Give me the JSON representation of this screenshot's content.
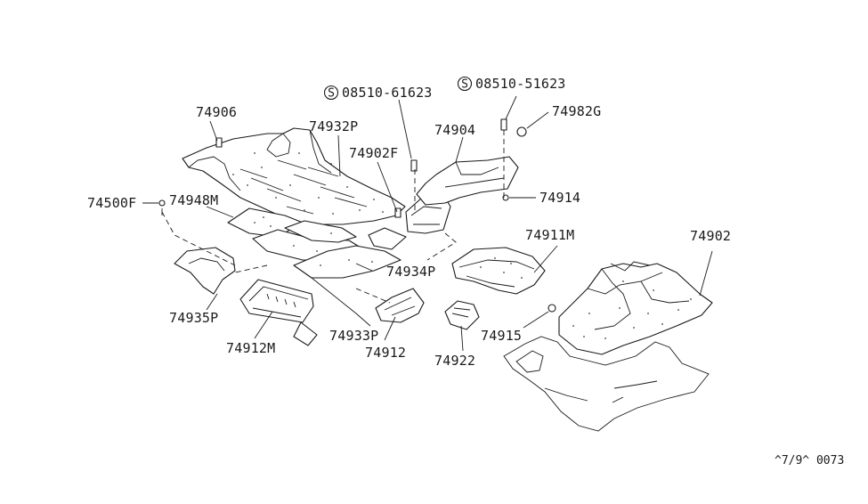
{
  "diagram": {
    "part_numbers": {
      "p74906": "74906",
      "p74932P": "74932P",
      "p74902F": "74902F",
      "p08510_61623": "08510-61623",
      "p08510_51623": "08510-51623",
      "p74904": "74904",
      "p74982G": "74982G",
      "p74914": "74914",
      "p74500F": "74500F",
      "p74948M": "74948M",
      "p74911M": "74911M",
      "p74902": "74902",
      "p74934P": "74934P",
      "p74935P": "74935P",
      "p74933P": "74933P",
      "p74915": "74915",
      "p74912M": "74912M",
      "p74912": "74912",
      "p74922": "74922"
    },
    "screw_symbol": "S",
    "figure_code": "^7/9^ 0073"
  }
}
